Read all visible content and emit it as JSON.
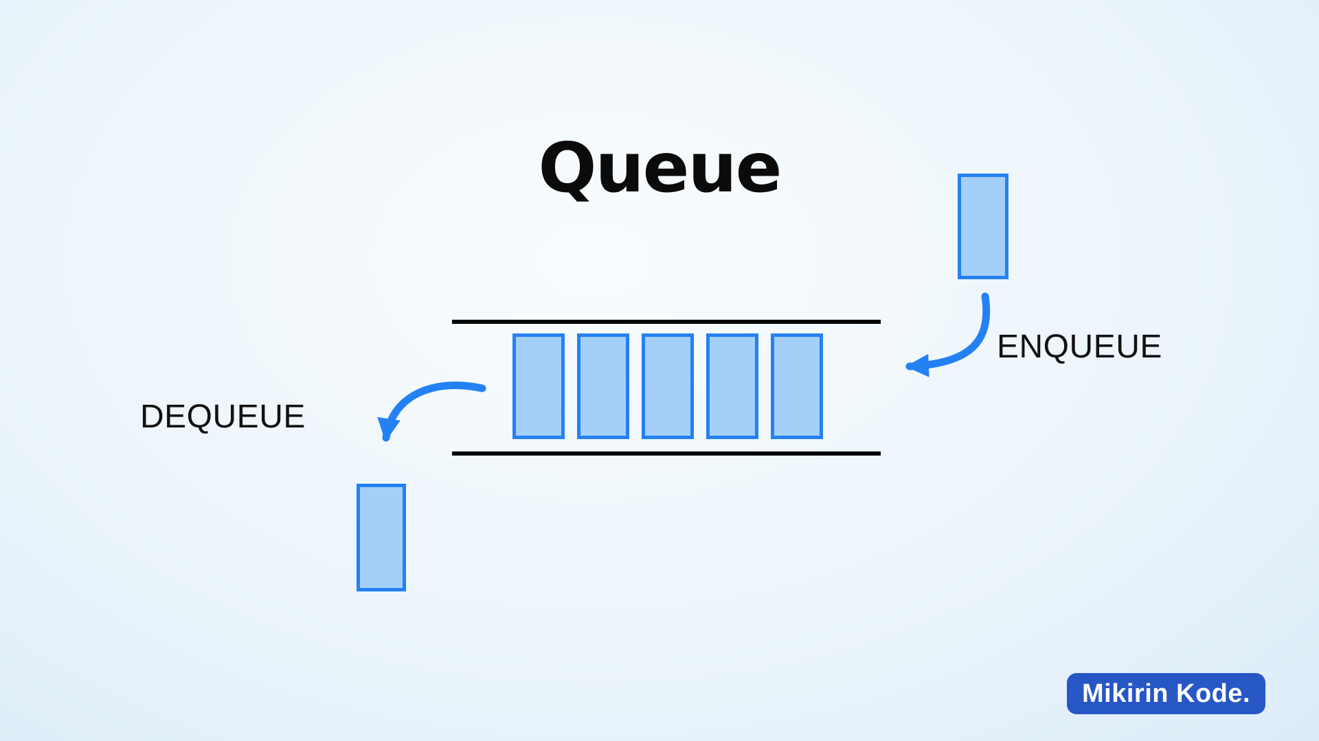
{
  "title": "Queue",
  "queue": {
    "item_count": 5
  },
  "operations": {
    "enqueue_label": "ENQUEUE",
    "dequeue_label": "DEQUEUE"
  },
  "brand": {
    "text": "Mikirin Kode."
  },
  "colors": {
    "accent": "#2481f4",
    "item_fill": "#a4cff8",
    "line": "#000000",
    "logo_bg": "#2757c5",
    "logo_text": "#ffffff"
  }
}
